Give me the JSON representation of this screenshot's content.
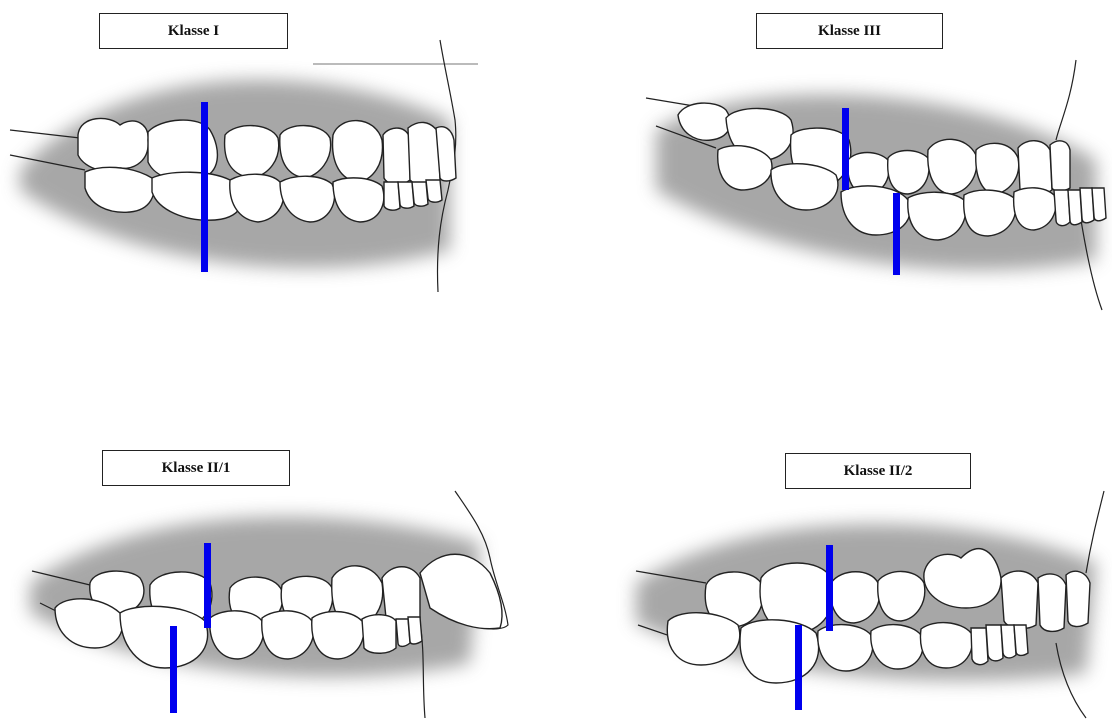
{
  "panels": [
    {
      "id": "klasse-1",
      "label": "Klasse I"
    },
    {
      "id": "klasse-3",
      "label": "Klasse III"
    },
    {
      "id": "klasse-2-1",
      "label": "Klasse II/1"
    },
    {
      "id": "klasse-2-2",
      "label": "Klasse II/2"
    }
  ],
  "colors": {
    "marker": "#0000ee",
    "outline": "#222222",
    "shadow": "#8a8a8a",
    "tooth_fill": "#ffffff"
  }
}
